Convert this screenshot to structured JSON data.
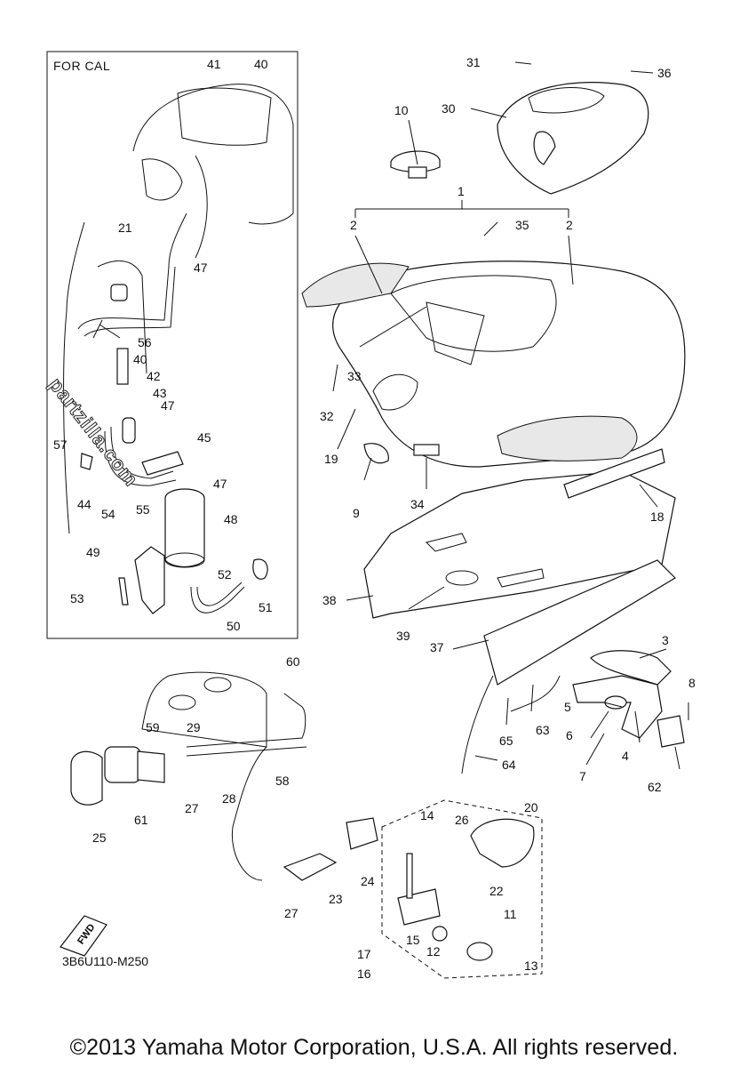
{
  "inset": {
    "title": "FOR CAL"
  },
  "diagram_code": "3B6U110-M250",
  "watermark": "partzilla.com",
  "fwd_label": "FWD",
  "copyright": "©2013 Yamaha Motor Corporation, U.S.A. All rights reserved.",
  "callouts": [
    "1",
    "2",
    "2",
    "3",
    "4",
    "5",
    "6",
    "7",
    "8",
    "9",
    "10",
    "11",
    "12",
    "13",
    "14",
    "15",
    "16",
    "17",
    "18",
    "19",
    "20",
    "21",
    "22",
    "23",
    "24",
    "25",
    "26",
    "27",
    "27",
    "28",
    "29",
    "30",
    "31",
    "32",
    "33",
    "34",
    "35",
    "36",
    "37",
    "38",
    "39",
    "40",
    "40",
    "41",
    "42",
    "43",
    "44",
    "45",
    "47",
    "47",
    "47",
    "48",
    "49",
    "50",
    "51",
    "52",
    "53",
    "54",
    "55",
    "56",
    "57",
    "58",
    "59",
    "60",
    "61",
    "62",
    "63",
    "64",
    "65"
  ]
}
